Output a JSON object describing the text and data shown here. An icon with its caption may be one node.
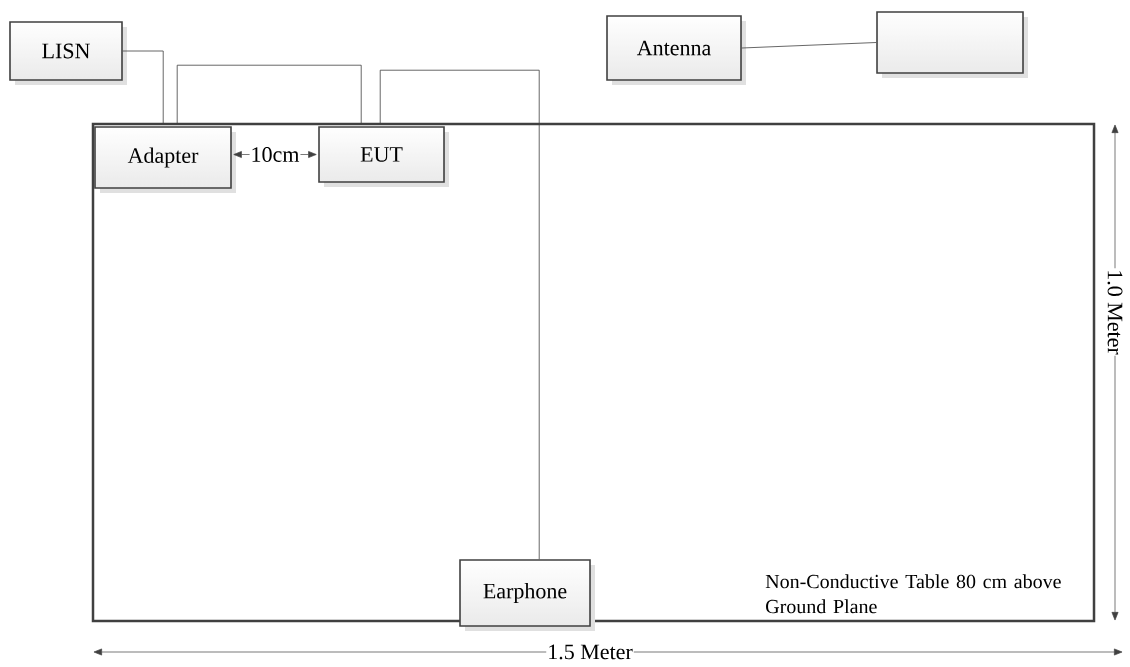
{
  "diagram": {
    "nodes": [
      {
        "text": [
          "LISN"
        ]
      },
      {
        "text": [
          "Antenna"
        ]
      },
      {
        "text": [],
        "shape": "box"
      },
      {
        "text": [
          "Non-Conductive Table 80 cm above Ground Plane"
        ]
      },
      {
        "text": [
          "Adapter"
        ],
        "in": 3
      },
      {
        "text": [
          "EUT"
        ],
        "in": 3
      },
      {
        "text": [
          "Earphone"
        ]
      }
    ],
    "edges": [
      {
        "from": 0,
        "to": 4,
        "arrow": "none"
      },
      {
        "from": 4,
        "to": 5,
        "arrow": "none"
      },
      {
        "from": 5,
        "to": 6,
        "arrow": "none"
      },
      {
        "from": 1,
        "to": 2,
        "arrow": "none"
      },
      {
        "from": 4,
        "to": 5,
        "arrow": "both",
        "label": "10cm"
      }
    ],
    "labels": [
      "1.0 Meter",
      "1.5 Meter"
    ]
  }
}
